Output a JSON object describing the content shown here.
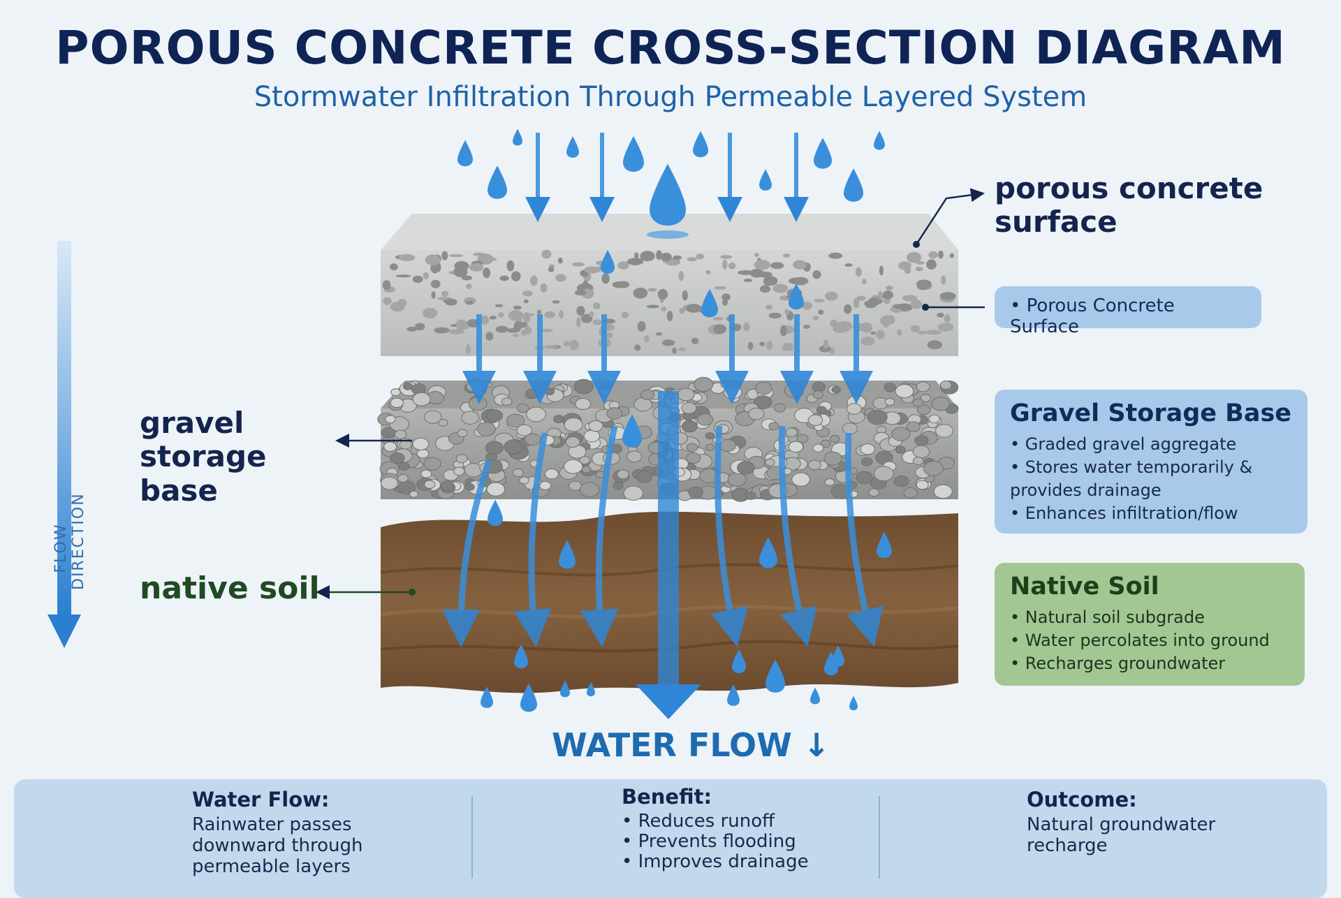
{
  "header": {
    "title": "POROUS CONCRETE CROSS-SECTION DIAGRAM",
    "subtitle": "Stormwater Infiltration Through Permeable Layered System"
  },
  "flow_indicator": {
    "label": "FLOW DIRECTION"
  },
  "layers": {
    "surface_label": "porous concrete surface",
    "gravel_label": "gravel storage base",
    "soil_label": "native soil",
    "water_flow_label": "WATER FLOW ↓"
  },
  "cards": {
    "surface": {
      "bullet": "• Porous Concrete Surface"
    },
    "gravel": {
      "title": "Gravel Storage Base",
      "items": [
        "• Graded gravel aggregate",
        "• Stores water temporarily & provides drainage",
        "• Enhances infiltration/flow"
      ]
    },
    "soil": {
      "title": "Native Soil",
      "items": [
        "• Natural soil subgrade",
        "• Water percolates into ground",
        "• Recharges groundwater"
      ]
    }
  },
  "bottom": {
    "water_flow": {
      "title": "Water Flow:",
      "text": "Rainwater passes downward through permeable layers",
      "icon": "water-drop-icon"
    },
    "benefit": {
      "title": "Benefit:",
      "items": [
        "• Reduces runoff",
        "• Prevents flooding",
        "• Improves drainage"
      ],
      "icon": "recycle-icon"
    },
    "outcome": {
      "title": "Outcome:",
      "text": "Natural groundwater recharge",
      "icon": "leaf-icon"
    }
  },
  "colors": {
    "water": "#2f86d6",
    "concrete": "#c9ccca",
    "gravel": "#a4a6a3",
    "soil": "#7b5a3c",
    "title": "#0f2455",
    "subtitle": "#1d62a8"
  }
}
